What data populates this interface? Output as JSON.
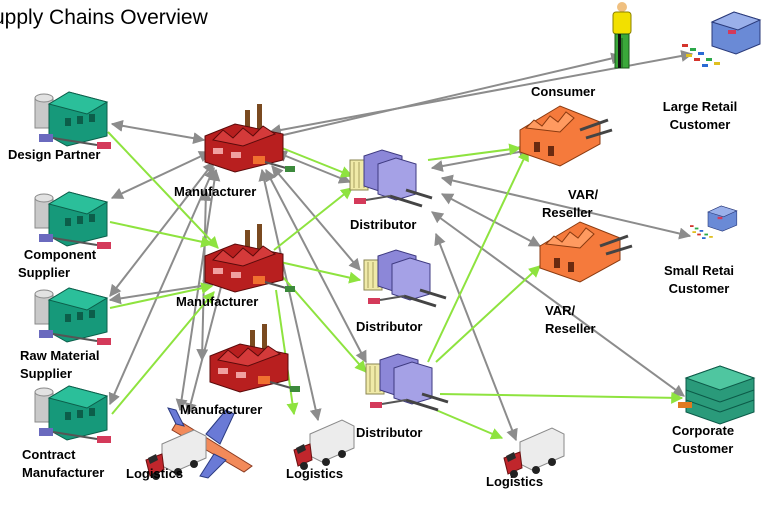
{
  "title": "upply Chains Overview",
  "colors": {
    "gray_arrow": "#8c8c8c",
    "green_arrow": "#8ee33f",
    "building_teal": "#1a9a7c",
    "factory_red": "#b81f1f",
    "warehouse_lavender": "#8c87d8",
    "store_orange": "#f57a3c",
    "retail_blue": "#6a8ad6"
  },
  "nodes": {
    "design_partner": "Design Partner",
    "component_supplier_1": "Component",
    "component_supplier_2": "Supplier",
    "raw_material_1": "Raw Material",
    "raw_material_2": "Supplier",
    "contract_mfr_1": "Contract",
    "contract_mfr_2": "Manufacturer",
    "manufacturer_1": "Manufacturer",
    "manufacturer_2": "Manufacturer",
    "manufacturer_3": "Manufacturer",
    "distributor_1": "Distributor",
    "distributor_2": "Distributor",
    "distributor_3": "Distributor",
    "var_1a": "VAR/",
    "var_1b": "Reseller",
    "var_2a": "VAR/",
    "var_2b": "Reseller",
    "consumer": "Consumer",
    "large_retail_1": "Large Retail",
    "large_retail_2": "Customer",
    "small_retail_1": "Small Retai",
    "small_retail_2": "Customer",
    "corporate_1": "Corporate",
    "corporate_2": "Customer",
    "logistics_1": "Logistics",
    "logistics_2": "Logistics",
    "logistics_3": "Logistics"
  },
  "icons": [
    "supplier-building-icon",
    "factory-icon",
    "warehouse-icon",
    "store-icon",
    "consumer-person-icon",
    "retail-store-icon",
    "corporate-building-icon",
    "truck-icon",
    "airplane-icon"
  ]
}
